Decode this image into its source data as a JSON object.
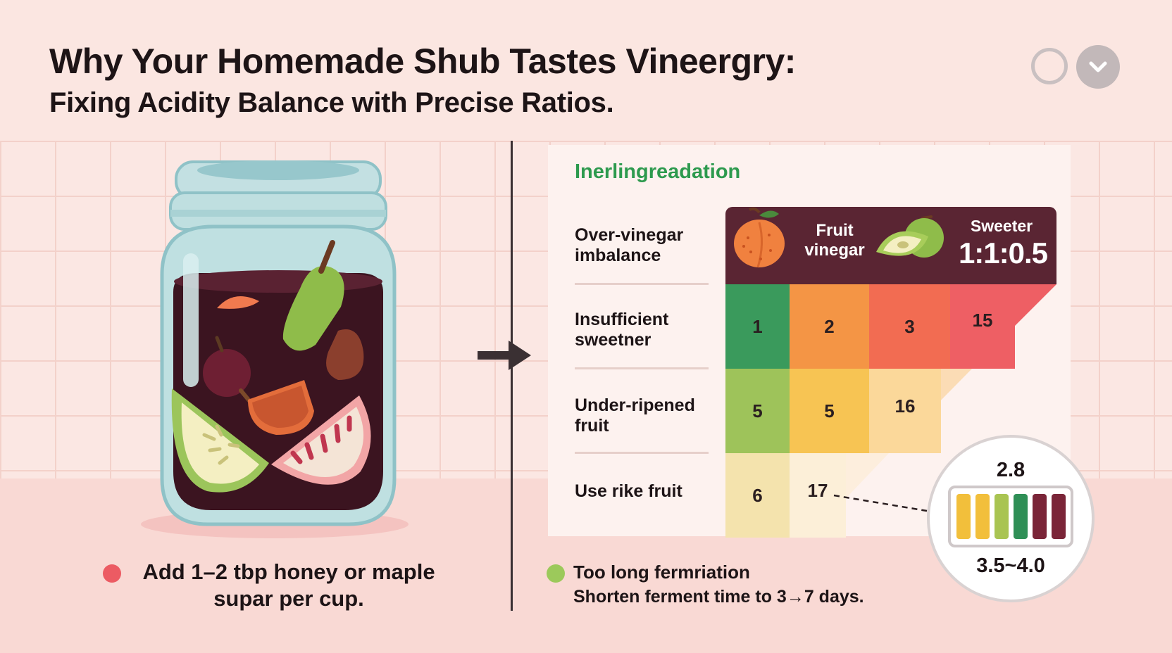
{
  "header": {
    "title": "Why Your Homemade Shub Tastes Vineergry:",
    "subtitle": "Fixing Acidity Balance with Precise Ratios."
  },
  "controls": {
    "empty_icon": "circle-outline-icon",
    "check_icon": "check-circle-icon"
  },
  "panel": {
    "heading": "Inerlingreadation",
    "rows": [
      {
        "label": "Over-vinegar imbalance"
      },
      {
        "label": "Insufficient sweetner"
      },
      {
        "label": "Under-ripened fruit"
      },
      {
        "label": "Use rike fruit"
      }
    ],
    "table_header": {
      "fruit_label": "Fruit vinegar",
      "sweetener_label": "Sweeter",
      "ratio": "1:1:0.5"
    },
    "cells": [
      [
        "1",
        "2",
        "3",
        "15"
      ],
      [
        "5",
        "5",
        "16"
      ],
      [
        "6",
        "17"
      ]
    ],
    "cell_colors": [
      [
        "#3a9a5c",
        "#f49545",
        "#f26c52",
        "#ee5f64"
      ],
      [
        "#9ec35a",
        "#f7c453",
        "#fbd89a"
      ],
      [
        "#f4e3ad",
        "#fcefd8"
      ]
    ],
    "triangle_colors": [
      "#ee5f64",
      "#fbdcb5",
      "#fdeedd"
    ]
  },
  "gauge": {
    "value_top": "2.8",
    "value_bottom": "3.5~4.0",
    "segment_colors": [
      "#f2bf3b",
      "#f2bf3b",
      "#a9c452",
      "#2f8f56",
      "#7a2538",
      "#7a2538"
    ]
  },
  "tips": {
    "left": {
      "dot_color": "#ec5b63",
      "text": "Add 1–2 tbp honey or maple supar per cup."
    },
    "right": {
      "dot_color": "#9cc95b",
      "title": "Too long fermriation",
      "text": "Shorten ferment time to 3→7 days."
    }
  },
  "colors": {
    "heading_green": "#2d9a4e",
    "header_maroon": "#5a2533",
    "background": "#fbe6e1"
  }
}
